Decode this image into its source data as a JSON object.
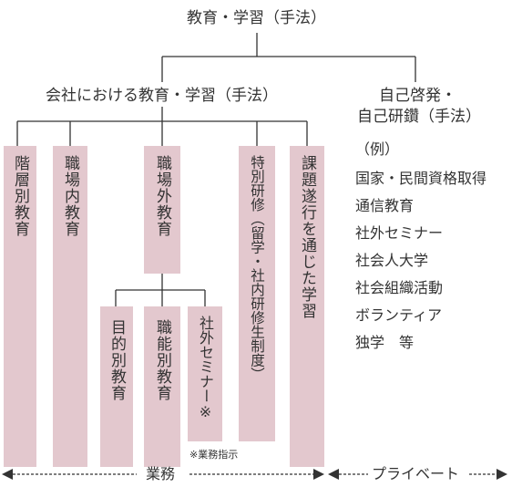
{
  "top_title": "教育・学習（手法）",
  "company_title": "会社における教育・学習（手法）",
  "self_title_line1": "自己啓発・",
  "self_title_line2": "自己研鑽（手法）",
  "boxes": {
    "kaisou": "階層別教育",
    "shokuba_nai": "職場内教育",
    "shokuba_gai": "職場外教育",
    "tokubetsu": "特別研修（留学・社内研修生制度）",
    "kadai": "課題遂行を通じた学習",
    "mokuteki": "目的別教育",
    "shokunou": "職能別教育",
    "shagai": "社外セミナー※"
  },
  "footnote": "※業務指示",
  "examples": {
    "header": "（例）",
    "items": [
      "国家・民間資格取得",
      "通信教育",
      "社外セミナー",
      "社会人大学",
      "社会組織活動",
      "ボランティア",
      "独学　等"
    ]
  },
  "bottom": {
    "business_label": "業務",
    "private_label": "プライベート"
  },
  "colors": {
    "box_fill": "#e3c8ce",
    "line": "#333333",
    "text": "#333333"
  }
}
